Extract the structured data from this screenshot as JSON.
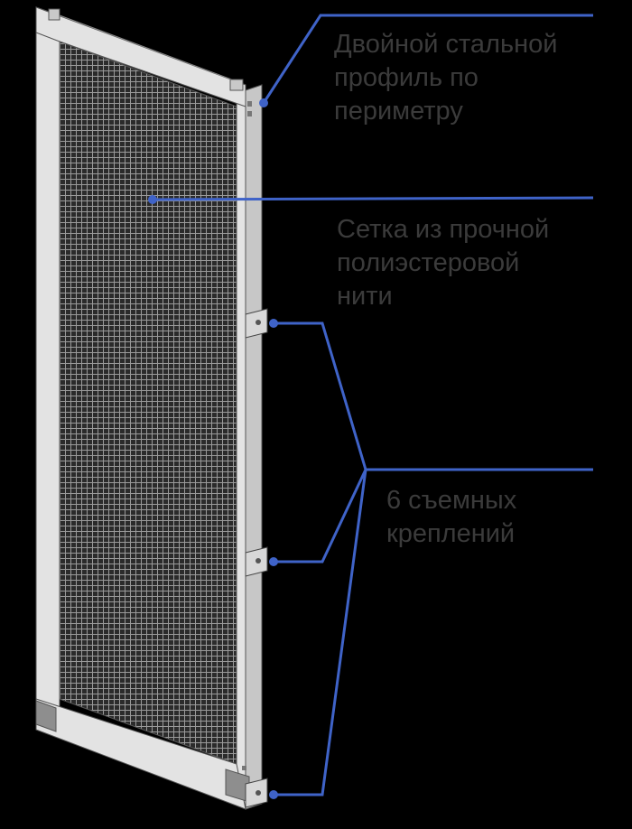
{
  "colors": {
    "background": "#000000",
    "frame_light": "#e3e3e3",
    "frame_side": "#c7c7c7",
    "frame_outline": "#555555",
    "mesh_background": "#2b2b2b",
    "mesh_lines": "#9a9a9a",
    "callout_line": "#3f63c8",
    "label_text": "#3b3b3b"
  },
  "labels": {
    "profile": "Двойной стальной\nпрофиль по\nпериметру",
    "mesh": "Сетка из прочной\nполиэстеровой\nнити",
    "mounts": "6 съемных\nкреплений"
  }
}
